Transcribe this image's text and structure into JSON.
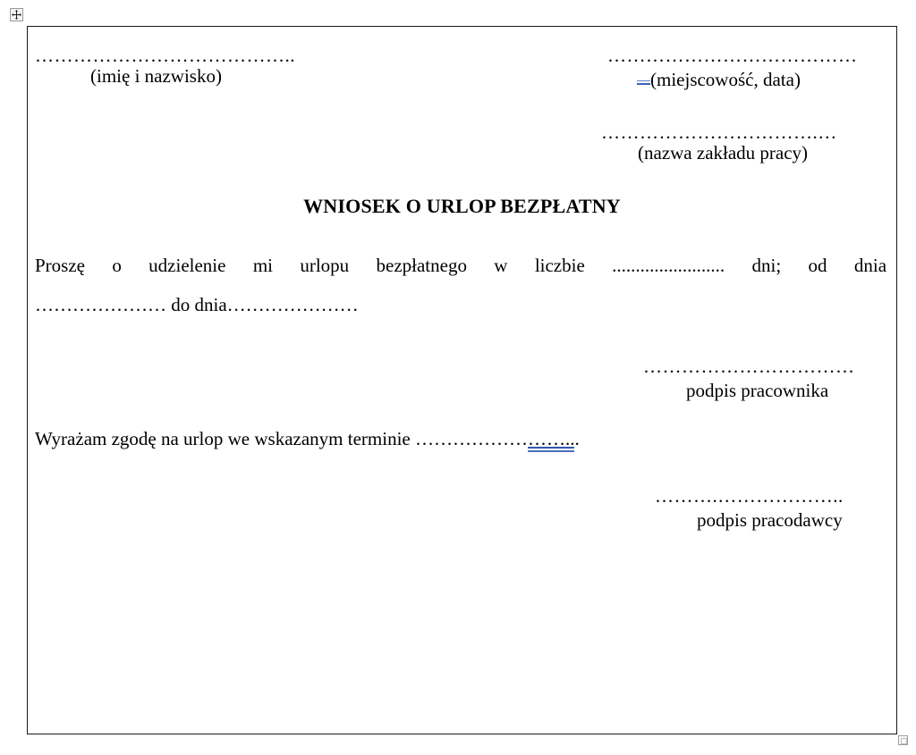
{
  "document": {
    "title": "WNIOSEK O URLOP BEZPŁATNY",
    "language": "pl"
  },
  "handles": {
    "move_handle_icon": "move-four-arrows-icon",
    "resize_handle_icon": "resize-square-icon"
  },
  "header": {
    "left": {
      "dots": "…………………………………..",
      "label": "(imię i nazwisko)"
    },
    "right": {
      "line1_dots": "…………………………………",
      "line1_label": "(miejscowość, data)",
      "line2_dots": "…………………………….…",
      "line2_label": "(nazwa zakładu pracy)"
    }
  },
  "body": {
    "line1_part1": "Proszę o udzielenie mi urlopu bezpłatnego w liczbie",
    "line1_blank": "........................",
    "line1_part2": "dni; od dnia",
    "line2_blank1": "…………………",
    "line2_text": " do dnia",
    "line2_blank2": "…………………"
  },
  "signatures": {
    "employee": {
      "dots": "……………………………",
      "label": "podpis pracownika"
    },
    "employer": {
      "dots": "……….………………..",
      "label": "podpis pracodawcy"
    }
  },
  "consent": {
    "text": "Wyrażam zgodę na urlop we wskazanym terminie ",
    "dots_plain": "………………",
    "dots_marked": "……..",
    "period": "."
  },
  "colors": {
    "text": "#000000",
    "table_border": "#1a1a1a",
    "tracked_change_blue": "#3a63b8",
    "page_background": "#ffffff",
    "handle_fill": "#f2f2f2"
  }
}
